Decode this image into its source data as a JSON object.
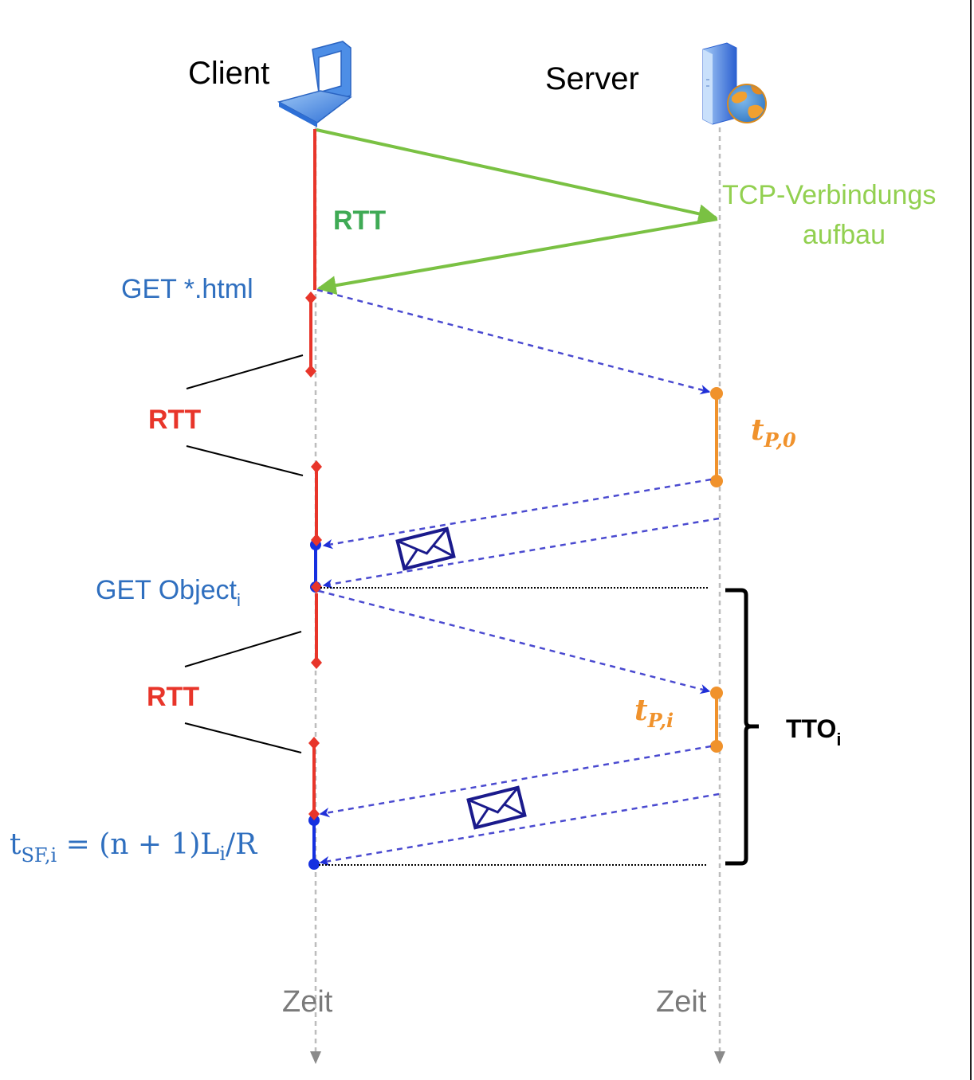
{
  "colors": {
    "client_timeline": "#e8352a",
    "tcp_handshake": "#7ac143",
    "tcp_label": "#92d050",
    "rtt_green": "#3faa55",
    "rtt_red": "#e8352a",
    "request_label": "#2f6fbf",
    "processing": "#f0922c",
    "data_arrow": "#4a4ad0",
    "envelope": "#1a1a8c",
    "receive_segment": "#1530e0",
    "time_axis": "#8a8a8a",
    "bracket": "#000000"
  },
  "actors": {
    "client": {
      "label": "Client",
      "icon": "laptop-icon"
    },
    "server": {
      "label": "Server",
      "icon": "web-server-icon"
    }
  },
  "labels": {
    "tcp_setup_line1": "TCP-Verbindungs",
    "tcp_setup_line2": "aufbau",
    "rtt_handshake": "RTT",
    "get_html": "GET *.html",
    "rtt_html": "RTT",
    "processing_html_base": "t",
    "processing_html_sub": "P,0",
    "get_object_base": "GET Object",
    "get_object_sub": "i",
    "rtt_object": "RTT",
    "processing_object_base": "t",
    "processing_object_sub": "P,i",
    "tto_base": "TTO",
    "tto_sub": "i",
    "formula_t": "t",
    "formula_sub": "SF,i",
    "formula_eq": " = (n + 1)L",
    "formula_l_sub": "i",
    "formula_tail": "/R",
    "time_client": "Zeit",
    "time_server": "Zeit"
  },
  "messages": [
    {
      "name": "tcp-syn",
      "from": "client",
      "to": "server",
      "style": "solid"
    },
    {
      "name": "tcp-synack",
      "from": "server",
      "to": "client",
      "style": "solid"
    },
    {
      "name": "get-html-request",
      "from": "client",
      "to": "server",
      "style": "dashed"
    },
    {
      "name": "html-response-first",
      "from": "server",
      "to": "client",
      "style": "dashed"
    },
    {
      "name": "html-response-last",
      "from": "server",
      "to": "client",
      "style": "dashed"
    },
    {
      "name": "get-object-request",
      "from": "client",
      "to": "server",
      "style": "dashed"
    },
    {
      "name": "object-response-first",
      "from": "server",
      "to": "client",
      "style": "dashed"
    },
    {
      "name": "object-response-last",
      "from": "server",
      "to": "client",
      "style": "dashed"
    }
  ]
}
